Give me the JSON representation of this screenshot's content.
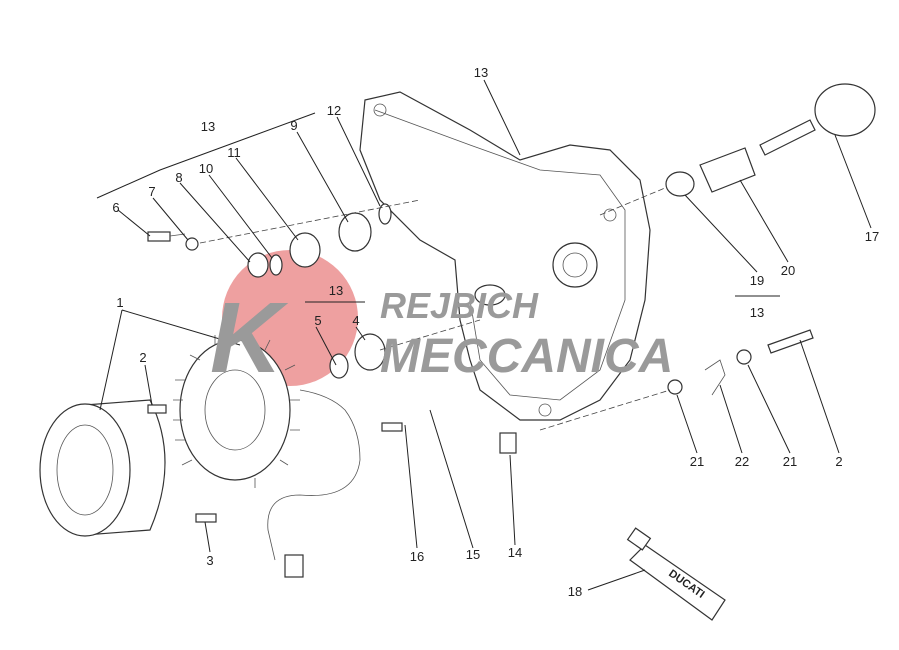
{
  "watermark": {
    "brand_top": "REJBICH",
    "brand_bottom": "MECCANICA",
    "logo_letter": "K"
  },
  "tube_text": "DUCATI",
  "labels": {
    "l13a": "13",
    "l6": "6",
    "l7": "7",
    "l8": "8",
    "l10": "10",
    "l11": "11",
    "l9": "9",
    "l12": "12",
    "l13b": "13",
    "l1": "1",
    "l2a": "2",
    "l3": "3",
    "l13c": "13",
    "l5": "5",
    "l4": "4",
    "l16": "16",
    "l15": "15",
    "l14": "14",
    "l17": "17",
    "l20": "20",
    "l19": "19",
    "l13d": "13",
    "l21a": "21",
    "l22": "22",
    "l21b": "21",
    "l2b": "2",
    "l18": "18"
  },
  "colors": {
    "watermark_red": "#e88080",
    "watermark_grey": "#9a9a9a"
  }
}
